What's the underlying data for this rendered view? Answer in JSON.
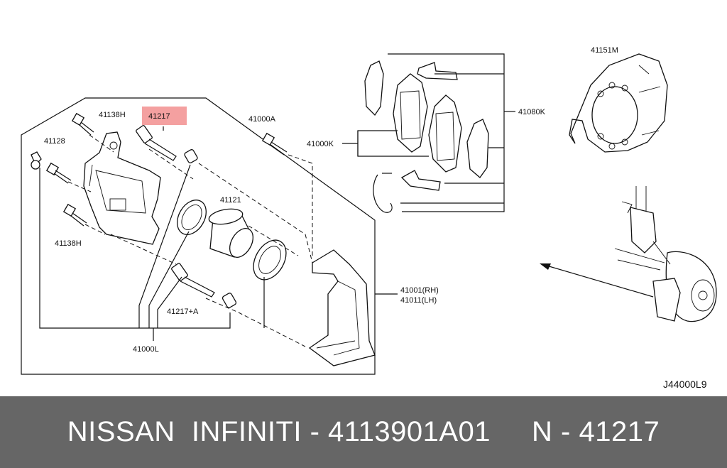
{
  "diagram": {
    "labels": {
      "l41138h_top": "41138H",
      "l41217": "41217",
      "l41000a": "41000A",
      "l41128": "41128",
      "l41121": "41121",
      "l41000k": "41000K",
      "l41080k": "41080K",
      "l41151m": "41151M",
      "l41138h_bottom": "41138H",
      "l41217a": "41217+A",
      "l41001": "41001(RH)",
      "l41011": "41011(LH)",
      "l41000l": "41000L",
      "code": "J44000L9"
    },
    "highlight_color": "#f4a0a0"
  },
  "footer": {
    "text": "NISSAN  INFINITI - 4113901A01     N - 41217",
    "bg_color": "#666666"
  }
}
